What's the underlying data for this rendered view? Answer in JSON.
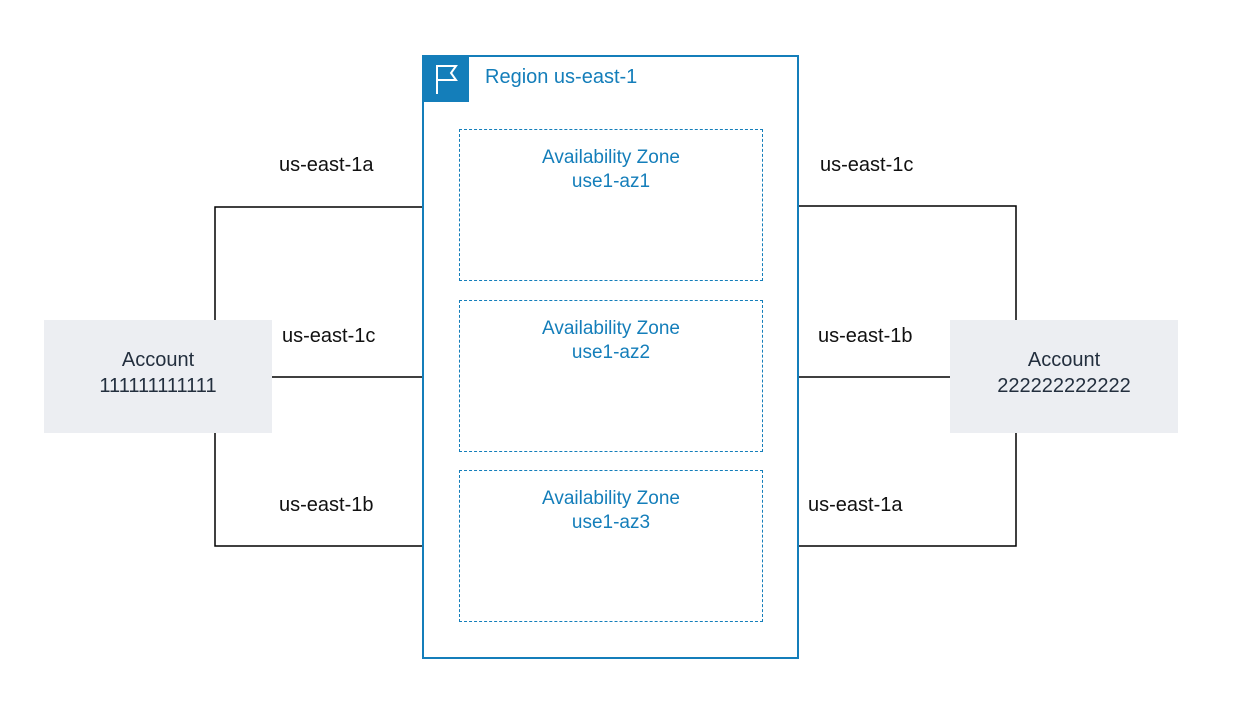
{
  "colors": {
    "region_border": "#147eba",
    "az_border": "#147eba",
    "account_fill": "#eceef2",
    "arrow": "#000000"
  },
  "region": {
    "icon": "flag-icon",
    "title": "Region us-east-1"
  },
  "availability_zones": [
    {
      "title": "Availability Zone",
      "id": "use1-az1"
    },
    {
      "title": "Availability Zone",
      "id": "use1-az2"
    },
    {
      "title": "Availability Zone",
      "id": "use1-az3"
    }
  ],
  "accounts": [
    {
      "label": "Account",
      "number": "111111111111"
    },
    {
      "label": "Account",
      "number": "222222222222"
    }
  ],
  "mappings": {
    "account_1": [
      "us-east-1a",
      "us-east-1c",
      "us-east-1b"
    ],
    "account_2": [
      "us-east-1c",
      "us-east-1b",
      "us-east-1a"
    ]
  }
}
